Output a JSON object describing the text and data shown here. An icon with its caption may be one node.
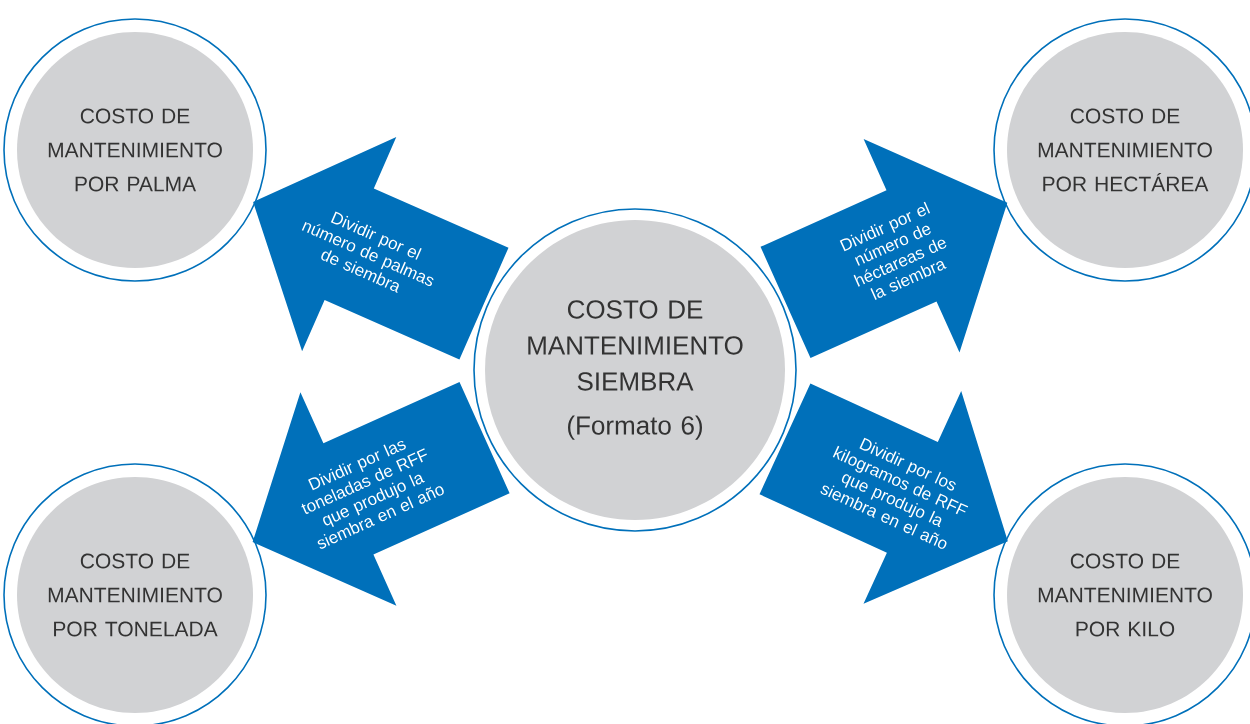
{
  "diagram": {
    "nodes": [
      {
        "text": [
          "COSTO DE MANTENIMIENTO POR PALMA"
        ]
      },
      {
        "text": [
          "COSTO DE MANTENIMIENTO POR HECTÁREA"
        ]
      },
      {
        "text": [
          "COSTO DE MANTENIMIENTO SIEMBRA",
          "(Formato 6)"
        ]
      },
      {
        "text": [
          "COSTO DE MANTENIMIENTO POR TONELADA"
        ]
      },
      {
        "text": [
          "COSTO DE MANTENIMIENTO POR KILO"
        ]
      }
    ],
    "edges": [
      {
        "from": 2,
        "to": 0,
        "arrow": "to",
        "label": "Dividir por el número de palmas de siembra"
      },
      {
        "from": 2,
        "to": 1,
        "arrow": "to",
        "label": "Dividir por el número de héctareas de la siembra"
      },
      {
        "from": 2,
        "to": 3,
        "arrow": "to",
        "label": "Dividir por las toneladas de RFF que produjo la siembra en el año"
      },
      {
        "from": 2,
        "to": 4,
        "arrow": "to",
        "label": "Dividir por los kilogramos de RFF que produjo la siembra en el año"
      }
    ]
  }
}
